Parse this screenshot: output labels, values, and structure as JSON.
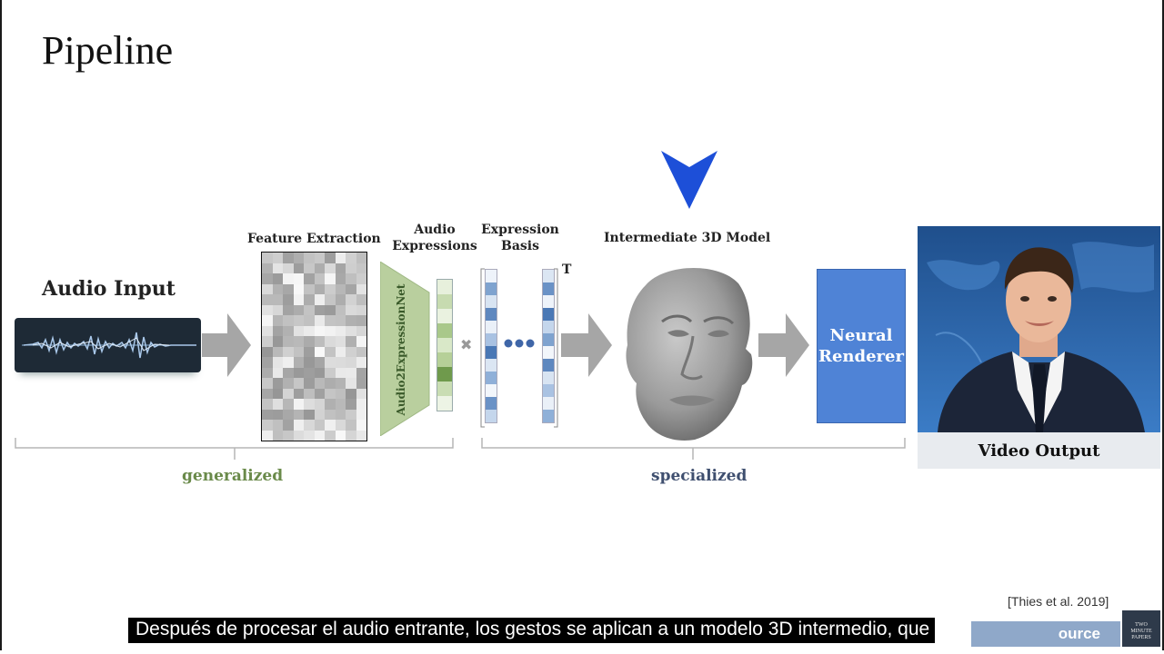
{
  "title": "Pipeline",
  "labels": {
    "audio_input": "Audio Input",
    "feature_extraction": "Feature Extraction",
    "audio_expressions_line1": "Audio",
    "audio_expressions_line2": "Expressions",
    "expression_basis_line1": "Expression",
    "expression_basis_line2": "Basis",
    "intermediate_model": "Intermediate 3D Model",
    "network": "Audio2ExpressionNet",
    "transpose": "T",
    "times": "✖",
    "renderer_line1": "Neural",
    "renderer_line2": "Renderer",
    "video_output": "Video Output",
    "generalized": "generalized",
    "specialized": "specialized"
  },
  "citation": "[Thies et al. 2019]",
  "source_badge": "ource",
  "logo_text": "TWO MINUTE PAPERS",
  "subtitle": "Después de procesar el audio entrante, los gestos se aplican a un modelo 3D intermedio, que",
  "colors": {
    "generalized": "#6a8a4a",
    "specialized": "#3f4f6f",
    "renderer": "#4f83d6",
    "cursor": "#1d4fd8",
    "arrow": "#a6a6a6"
  }
}
